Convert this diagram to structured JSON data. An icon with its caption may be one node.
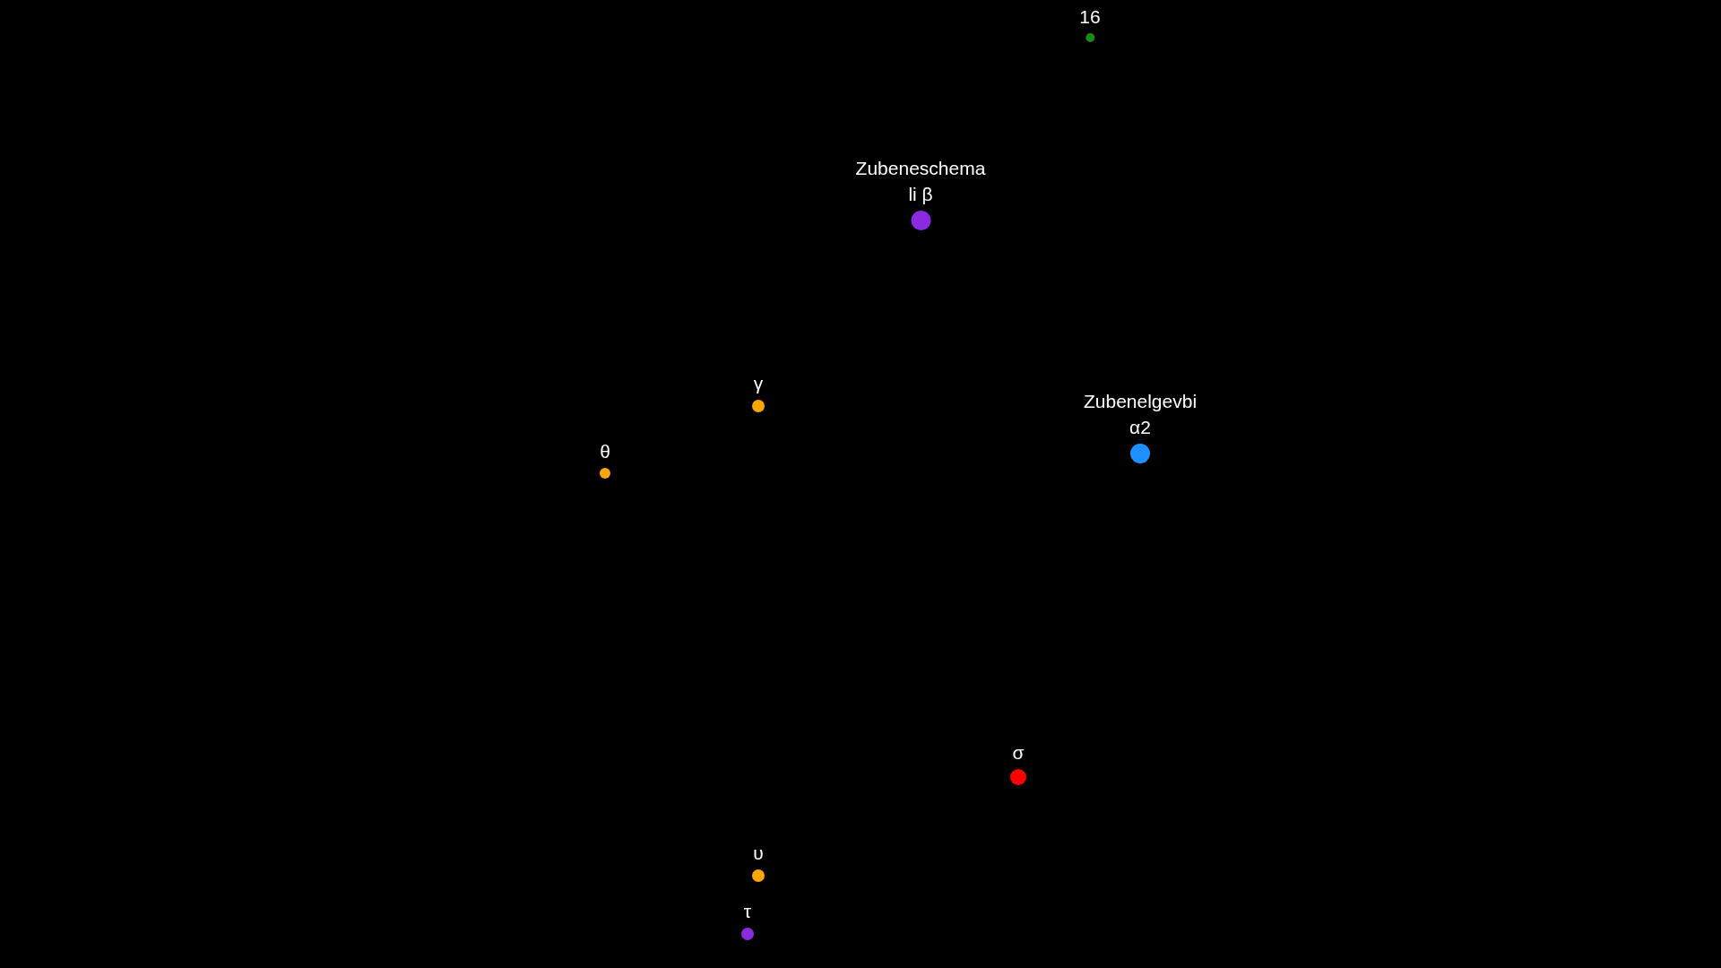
{
  "diagram": {
    "nodes": [
      {
        "text": [
          "16"
        ]
      },
      {
        "text": [
          "Zubeneschemali β"
        ]
      },
      {
        "text": [
          "γ"
        ]
      },
      {
        "text": [
          "θ"
        ]
      },
      {
        "text": [
          "Zubenelgevbi α2"
        ]
      },
      {
        "text": [
          "σ"
        ]
      },
      {
        "text": [
          "υ"
        ]
      },
      {
        "text": [
          "τ"
        ]
      }
    ]
  }
}
